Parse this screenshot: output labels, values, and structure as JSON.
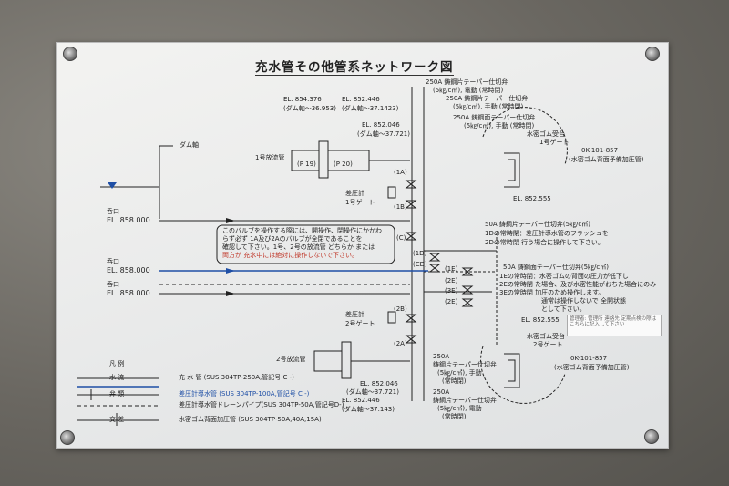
{
  "title": "充水管その他管系ネットワーク図",
  "upper_valves": {
    "el_left": "EL. 854.376",
    "dam_left": "(ダム軸～36.953)",
    "el_mid": "EL. 852.446",
    "dam_mid": "(ダム軸～37.1423)",
    "el_low": "EL. 852.046",
    "dam_low": "(ダム軸～37.721)",
    "p19": "(P 19)",
    "p20": "(P 20)",
    "outlet": "1号放流管",
    "gate": "1号ゲート",
    "label_1a": "(1A)",
    "label_1b": "(1B)"
  },
  "top_right_notes": {
    "line1": "250A 鋳鋼片テーパー仕切弁",
    "line2": "(5㎏/c㎡), 電動 (常時閉)",
    "line3": "250A 鋳鋼片テーパー仕切弁",
    "line4": "(5㎏/c㎡), 手動 (常時閉)",
    "line5": "250A 鋳鋼面テーパー仕切弁",
    "line6": "(5㎏/c㎡), 手動 (常時閉)"
  },
  "rubber_seal_top": {
    "label": "水密ゴム受台",
    "gate": "1号ゲート",
    "part": "0K-101-857",
    "desc": "(水密ゴム背面予備加圧管)",
    "el": "EL. 852.555"
  },
  "dam_axis": "ダム軸",
  "inlets": {
    "label": "呑口",
    "el1": "EL. 858.000",
    "el2": "EL. 858.000",
    "el3": "EL. 858.000"
  },
  "pressure_gauge_top": "差圧計",
  "valve_c": "(C)",
  "caution": {
    "line1": "このバルブを操作する際には、開操作、閉操作にかかわ",
    "line2": "らず必ず 1A及び2Aのバルブが全閉であることを",
    "line3": "確認して下さい。1号、2号の放流管 どちらか または",
    "line4": "両方が 充水中には絶対に操作しないで下さい。"
  },
  "label_1d": "(1D)",
  "label_cd": "(CD)",
  "label_1e": "(1E)",
  "label_2e_ce": "(2E)",
  "label_3e": "(3E)",
  "label_2e": "(2E)",
  "valve_50a": {
    "line1": "50A 鋳鋼片テーパー仕切弁(5㎏/c㎡)",
    "line2": "1Dの常時閉：差圧計導水管のフラッシュを",
    "line3": "2Dの常時閉 行う場合に操作して下さい。"
  },
  "valve_50a_b": {
    "line1": "50A 鋳鋼面テーパー仕切弁(5㎏/c㎡)",
    "line2": "1Eの常時閉：水密ゴムの背面の圧力が低下し",
    "line3": "2Eの常時閉 た場合、及び水密性能がおちた場合にのみ",
    "line4": "3Eの常時閉 加圧のため操作します。",
    "line5": "通常は操作しないで 全開状態",
    "line6": "として下さい。"
  },
  "lower_valves": {
    "pressure_gauge": "差圧計",
    "gate": "2号ゲート",
    "label_2b": "(2B)",
    "label_2a": "(2A)",
    "outlet": "2号放流管",
    "el_low": "EL. 852.046",
    "dam_low": "(ダム軸～37.721)",
    "el_mid": "EL. 852.446",
    "dam_mid": "(ダム軸～37.143)"
  },
  "bottom_notes": {
    "line1": "250A",
    "line2": "鋳鋼片テーパー仕切弁",
    "line3": "(5㎏/c㎡), 手動",
    "line4": "(常時閉)",
    "line5": "250A",
    "line6": "鋳鋼片テーパー仕切弁",
    "line7": "(5㎏/c㎡), 電動",
    "line8": "(常時閉)"
  },
  "rubber_seal_bottom": {
    "el": "EL. 852.555",
    "label": "水密ゴム受台",
    "gate": "2号ゲート",
    "part": "0K-101-857",
    "desc": "(水密ゴム背面予備加圧管)"
  },
  "sticker_text": "管理者: 管理所 連絡先 定期点検の際はこちらに記入して下さい",
  "legend": {
    "heading": "凡 例",
    "row1_kind": "水 流",
    "row1_desc": "充 水 管 (SUS 304TP-250A,管記号 C -)",
    "row2_kind": "弁 類",
    "row2_desc": "差圧計導水管 (SUS 304TP-100A,管記号 C -)",
    "row3_desc": "差圧計導水管ドレーンパイプ(SUS 304TP-50A,管記号D-)",
    "row4_kind": "交 差",
    "row4_desc": "水密ゴム背面加圧管 (SUS 304TP-50A,40A,15A)"
  },
  "colors": {
    "plate": "#eceded",
    "line": "#222222",
    "blue_pipe": "#1f4fa6",
    "red_text": "#c0392b"
  }
}
